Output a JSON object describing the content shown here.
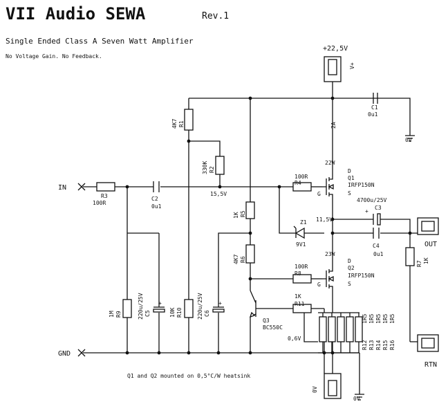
{
  "header": {
    "title": "VII Audio SEWA",
    "revision": "Rev.1",
    "subtitle": "Single Ended Class A Seven Watt Amplifier",
    "note": "No Voltage Gain. No Feedback."
  },
  "supply": {
    "label": "+22,5V",
    "terminal": "V+",
    "current": "2A",
    "ground_label": "0V"
  },
  "ports": {
    "input": "IN",
    "ground": "GND",
    "output": "OUT",
    "return": "RTN"
  },
  "components": {
    "R1": {
      "ref": "R1",
      "value": "4K7"
    },
    "R2": {
      "ref": "R2",
      "value": "330K"
    },
    "R3": {
      "ref": "R3",
      "value": "100R"
    },
    "R4": {
      "ref": "R4",
      "value": "100R"
    },
    "R5": {
      "ref": "R5",
      "value": "1K"
    },
    "R6": {
      "ref": "R6",
      "value": "4K7"
    },
    "R7": {
      "ref": "R7",
      "value": "1K"
    },
    "R8": {
      "ref": "R8",
      "value": "100R"
    },
    "R9": {
      "ref": "R9",
      "value": "1M"
    },
    "R10": {
      "ref": "R10",
      "value": "10K"
    },
    "R11": {
      "ref": "R11",
      "value": "1K"
    },
    "C1": {
      "ref": "C1",
      "value": "0u1"
    },
    "C2": {
      "ref": "C2",
      "value": "0u1"
    },
    "C3": {
      "ref": "C3",
      "value": "4700u/25V"
    },
    "C4": {
      "ref": "C4",
      "value": "0u1"
    },
    "C5": {
      "ref": "C5",
      "value": "220u/25V"
    },
    "C6": {
      "ref": "C6",
      "value": "220u/25V"
    },
    "Z1": {
      "ref": "Z1",
      "value": "9V1"
    },
    "Q1": {
      "ref": "Q1",
      "part": "IRFP150N",
      "power": "22W",
      "drain": "D",
      "gate": "G",
      "source": "S"
    },
    "Q2": {
      "ref": "Q2",
      "part": "IRFP150N",
      "power": "23W",
      "drain": "D",
      "gate": "G",
      "source": "S"
    },
    "Q3": {
      "ref": "Q3",
      "part": "BC550C"
    },
    "sense_resistors": {
      "values": [
        "1R5",
        "1R5",
        "1R5",
        "1R5",
        "1R5"
      ],
      "refs": [
        "R12",
        "R13",
        "R14",
        "R15",
        "R16"
      ]
    }
  },
  "voltages": {
    "gate_bias": "15,5V",
    "mid": "11,5V",
    "sense": "0,6V"
  },
  "footnote": "Q1 and Q2 mounted on 0,5°C/W heatsink"
}
